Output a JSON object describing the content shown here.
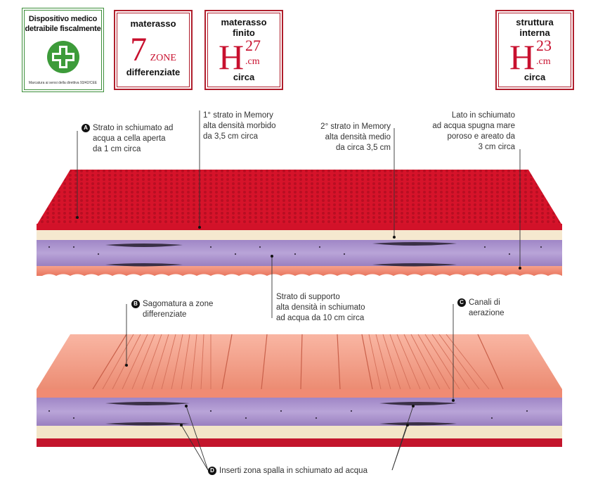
{
  "badges": {
    "medical": {
      "title_line1": "Dispositivo medico",
      "title_line2": "detraibile fiscalmente",
      "footnote": "Marcatura ai sensi della direttiva 93/42/CEE",
      "icon": "pharmacy-cross-icon",
      "color": "#3d8f3a"
    },
    "zones": {
      "top": "materasso",
      "number": "7",
      "unit": "ZONE",
      "bottom": "differenziate"
    },
    "finished": {
      "top1": "materasso",
      "top2": "finito",
      "letter": "H",
      "sup": "27",
      "unit": ".cm",
      "bottom": "circa"
    },
    "inner": {
      "top1": "struttura",
      "top2": "interna",
      "letter": "H",
      "sup": "23",
      "unit": ".cm",
      "bottom": "circa"
    },
    "accent": "#c8102e"
  },
  "labels": {
    "a": {
      "marker": "A",
      "l1": "Strato in schiumato ad",
      "l2": "acqua a cella aperta",
      "l3": "da 1 cm circa"
    },
    "layer1": {
      "l1": "1° strato in Memory",
      "l2": "alta densità morbido",
      "l3": "da 3,5 cm circa"
    },
    "layer2": {
      "l1": "2° strato in Memory",
      "l2": "alta densità medio",
      "l3": "da circa 3,5 cm"
    },
    "side": {
      "l1": "Lato in schiumato",
      "l2": "ad acqua spugna mare",
      "l3": "poroso e areato da",
      "l4": "3 cm circa"
    },
    "b": {
      "marker": "B",
      "l1": "Sagomatura a zone",
      "l2": "differenziate"
    },
    "support": {
      "l1": "Strato di supporto",
      "l2": "alta densità in schiumato",
      "l3": "ad acqua da 10 cm circa"
    },
    "c": {
      "marker": "C",
      "l1": "Canali di",
      "l2": "aerazione"
    },
    "d": {
      "marker": "D",
      "l1": "Inserti zona spalla in schiumato ad acqua"
    }
  }
}
